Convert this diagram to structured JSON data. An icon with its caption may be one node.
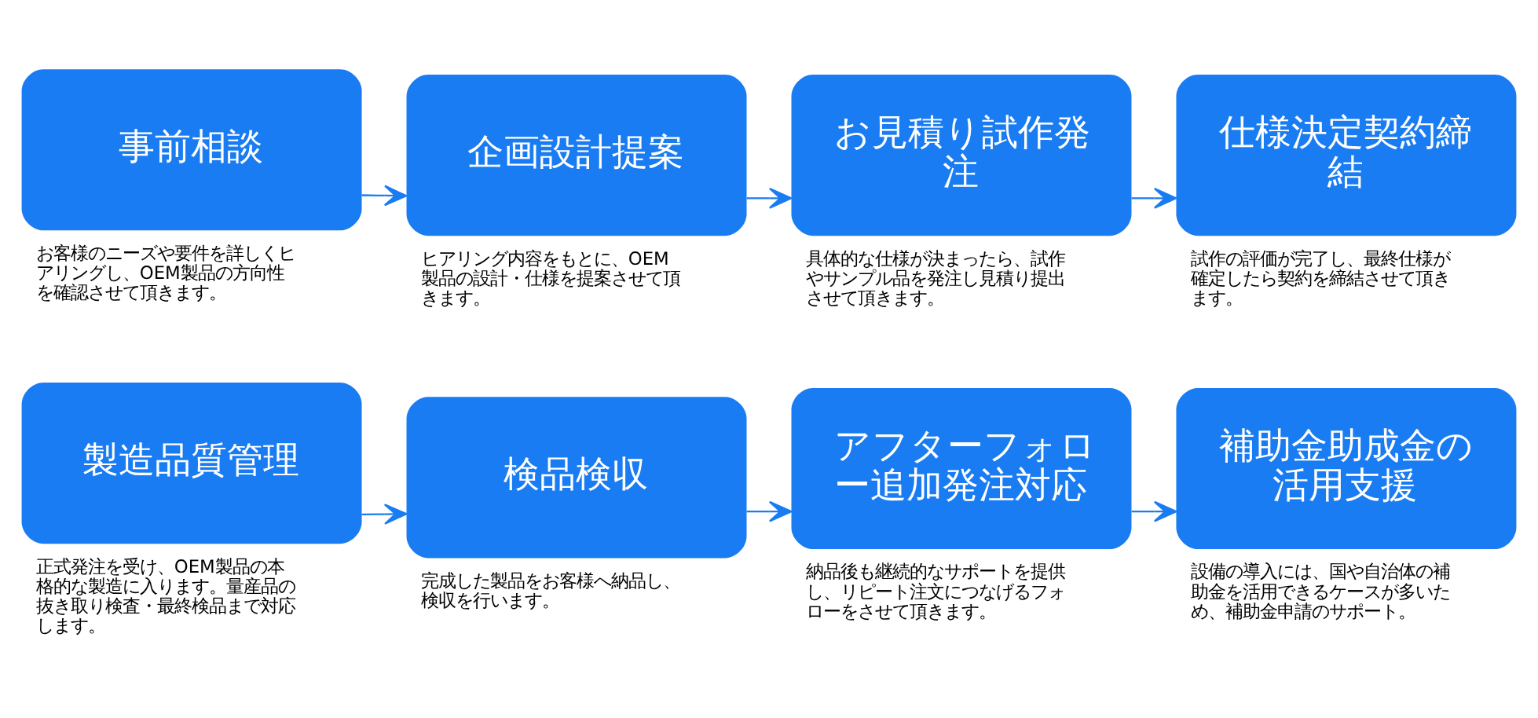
{
  "diagram": {
    "nodes": [
      {
        "text": [
          "事前相談",
          "お客様のニーズや要件を詳しくヒアリングし、OEM製品の方向性を確認させて頂きます。"
        ]
      },
      {
        "text": [
          "企画設計提案",
          "ヒアリング内容をもとに、OEM製品の設計・仕様を提案させて頂きます。"
        ]
      },
      {
        "text": [
          "お見積り試作発注",
          "具体的な仕様が決まったら、試作やサンプル品を発注し見積り提出させて頂きます。"
        ]
      },
      {
        "text": [
          "仕様決定契約締結",
          "試作の評価が完了し、最終仕様が確定したら契約を締結させて頂きます。"
        ]
      },
      {
        "text": [
          "製造品質管理",
          "正式発注を受け、OEM製品の本格的な製造に入ります。量産品の抜き取り検査・最終検品まで対応します。"
        ]
      },
      {
        "text": [
          "検品検収",
          "完成した製品をお客様へ納品し、検収を行います。"
        ]
      },
      {
        "text": [
          "アフターフォロー追加発注対応",
          "納品後も継続的なサポートを提供し、リピート注文につなげるフォローをさせて頂きます。"
        ]
      },
      {
        "text": [
          "補助金助成金の活用支援",
          "設備の導入には、国や自治体の補助金を活用できるケースが多いため、補助金申請のサポート。"
        ]
      }
    ],
    "edges": [
      {
        "from": 0,
        "to": 1,
        "arrow": "to"
      },
      {
        "from": 1,
        "to": 2,
        "arrow": "to"
      },
      {
        "from": 2,
        "to": 3,
        "arrow": "to"
      },
      {
        "from": 4,
        "to": 5,
        "arrow": "to"
      },
      {
        "from": 5,
        "to": 6,
        "arrow": "to"
      },
      {
        "from": 6,
        "to": 7,
        "arrow": "to"
      }
    ]
  }
}
